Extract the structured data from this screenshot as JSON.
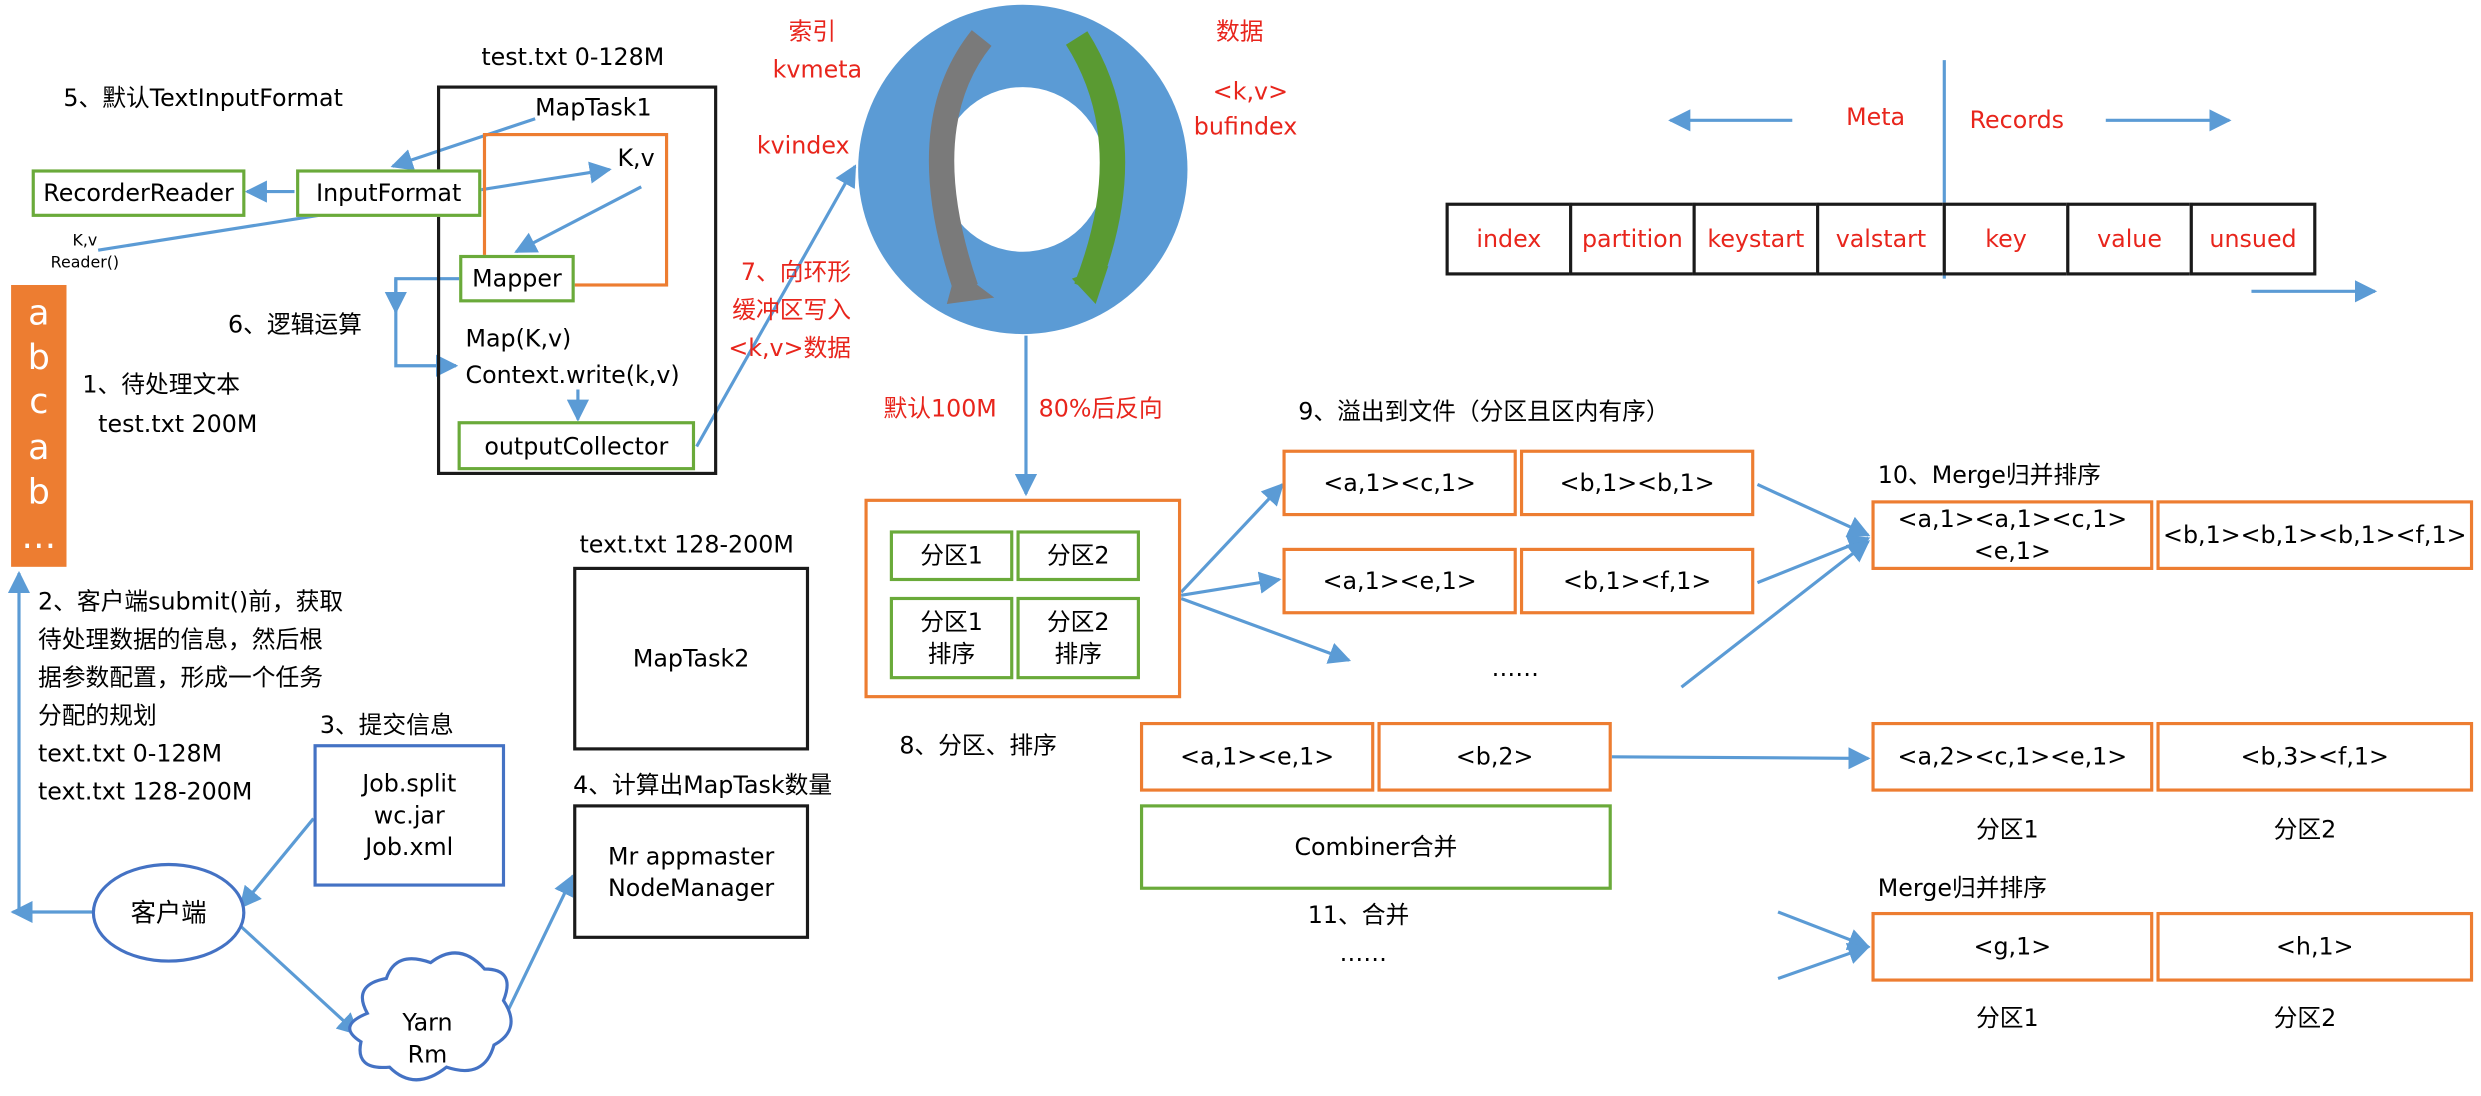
{
  "labels": {
    "step5": "5、默认TextInputFormat",
    "step6": "6、逻辑运算",
    "step1_line1": "1、待处理文本",
    "step1_line2": "test.txt 200M",
    "step2": "2、客户端submit()前，获取\n待处理数据的信息，然后根\n据参数配置，形成一个任务\n分配的规划\ntext.txt 0-128M\ntext.txt 128-200M",
    "step3": "3、提交信息",
    "step4": "4、计算出MapTask数量",
    "step7": "7、向环形\n缓冲区写入\n<k,v>数据",
    "step8": "8、分区、排序",
    "step9": "9、溢出到文件（分区且区内有序）",
    "step10": "10、Merge归并排序",
    "step11": "11、合并",
    "maptask1_title": "test.txt 0-128M",
    "maptask2_title": "text.txt 128-200M",
    "kv_reader": "K,v\nReader()",
    "map_kv": "Map(K,v)",
    "context_write": "Context.write(k,v)",
    "default_100m": "默认100M",
    "reverse_80": "80%后反向",
    "ellipsis_spill": "……",
    "ellipsis_combine": "……",
    "merge2": "Merge归并排序"
  },
  "ring": {
    "index_label": "索引",
    "kvmeta": "kvmeta",
    "kvindex": "kvindex",
    "data_label": "数据",
    "kv": "<k,v>",
    "bufindex": "bufindex"
  },
  "boxes": {
    "recorder_reader": "RecorderReader",
    "input_format": "InputFormat",
    "maptask1": "MapTask1",
    "kv": "K,v",
    "mapper": "Mapper",
    "output_collector": "outputCollector",
    "maptask2": "MapTask2",
    "job_files": "Job.split\nwc.jar\nJob.xml",
    "client": "客户端",
    "mr_appmaster": "Mr appmaster\nNodeManager",
    "yarn": "Yarn\nRm",
    "combiner": "Combiner合并"
  },
  "text_stack": [
    "a",
    "b",
    "c",
    "a",
    "b",
    "…"
  ],
  "partitions": {
    "p1": "分区1",
    "p2": "分区2",
    "p1_sort": "分区1\n排序",
    "p2_sort": "分区2\n排序"
  },
  "meta_records": {
    "meta": "Meta",
    "records": "Records",
    "cells": [
      "index",
      "partition",
      "keystart",
      "valstart",
      "key",
      "value",
      "unsued"
    ]
  },
  "spills": [
    [
      "<a,1><c,1>",
      "<b,1><b,1>"
    ],
    [
      "<a,1><e,1>",
      "<b,1><f,1>"
    ]
  ],
  "combine_row": [
    "<a,1><e,1>",
    "<b,2>"
  ],
  "merged_row": [
    "<a,1><a,1><c,1><e,1>",
    "<b,1><b,1><b,1><f,1>"
  ],
  "combined_result": [
    "<a,2><c,1><e,1>",
    "<b,3><f,1>"
  ],
  "final_row": [
    "<g,1>",
    "<h,1>"
  ],
  "partition_captions": [
    "分区1",
    "分区2",
    "分区1",
    "分区2"
  ],
  "colors": {
    "arrow": "#5b9bd5",
    "green": "#6aaa3a",
    "orange": "#ed7d31",
    "red": "#e8251c",
    "ring": "#5b9bd5"
  }
}
